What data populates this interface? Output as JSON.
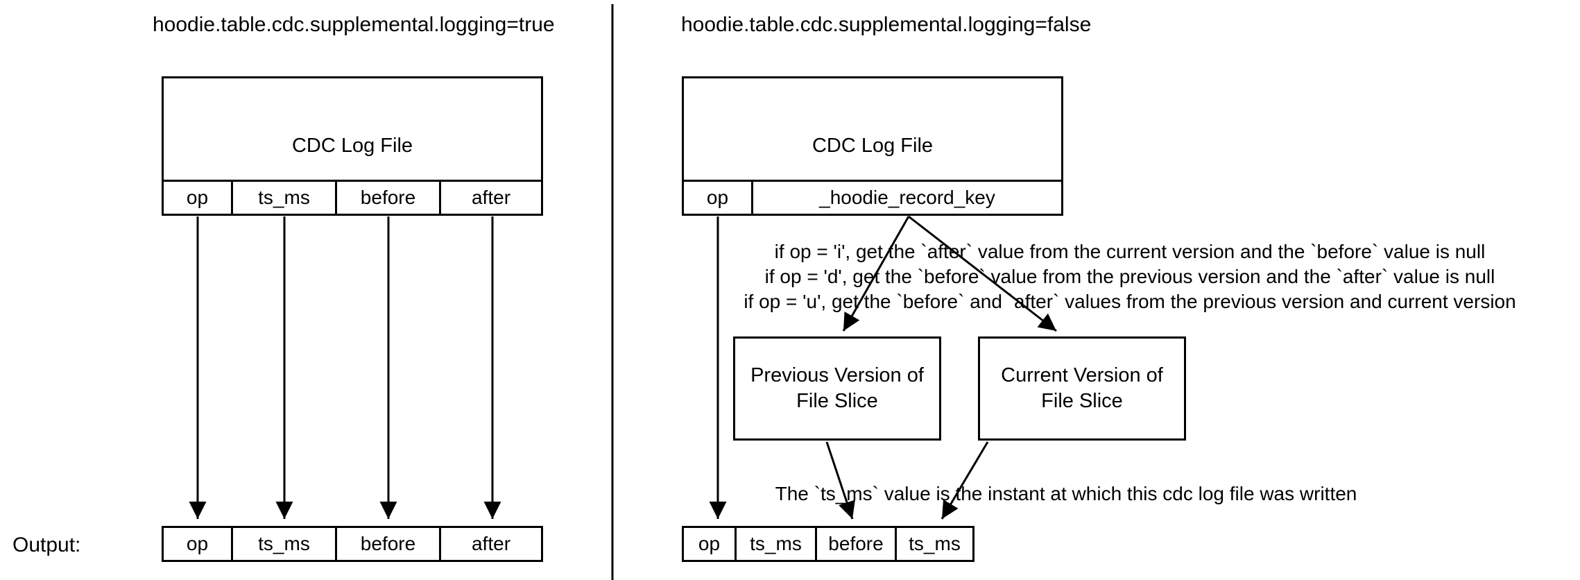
{
  "left_panel": {
    "title": "hoodie.table.cdc.supplemental.logging=true",
    "log_file_box": {
      "label": "CDC Log File"
    },
    "columns": [
      "op",
      "ts_ms",
      "before",
      "after"
    ],
    "output_label": "Output:",
    "output_row": [
      "op",
      "ts_ms",
      "before",
      "after"
    ]
  },
  "right_panel": {
    "title": "hoodie.table.cdc.supplemental.logging=false",
    "log_file_box": {
      "label": "CDC Log File"
    },
    "columns": [
      "op",
      "_hoodie_record_key"
    ],
    "op_rules": [
      "if op = 'i', get the `after` value from the current version and the `before` value is null",
      "if op = 'd', get the `before` value from the previous version  and the `after` value is null",
      "if op = 'u', get the `before` and `after` values from the previous version and current version"
    ],
    "previous_box_label": "Previous Version of File Slice",
    "current_box_label": "Current Version of File Slice",
    "ts_note": "The `ts_ms` value is the instant at which this cdc log file was written",
    "output_row": [
      "op",
      "ts_ms",
      "before",
      "ts_ms"
    ]
  },
  "colors": {
    "stroke": "#000000",
    "background": "#ffffff"
  }
}
